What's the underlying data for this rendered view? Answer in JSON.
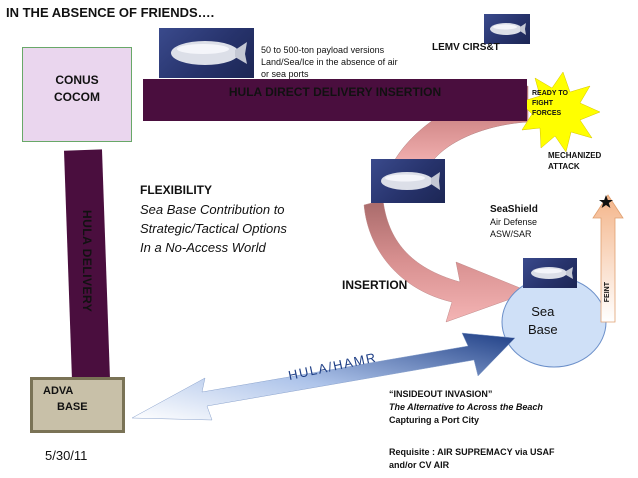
{
  "title": "IN THE ABSENCE OF FRIENDS….",
  "payload_note": "50 to 500-ton payload versions Land/Sea/Ice in the  absence of air or sea ports",
  "lemv_label": "LEMV  CIRS&T",
  "conus": {
    "line1": "CONUS",
    "line2": "COCOM"
  },
  "hula_bar_label": "HULA DIRECT DELIVERY INSERTION",
  "vertical_bar_label": "HULA   DELIVERY",
  "flexibility": {
    "heading": "FLEXIBILITY",
    "line1": "Sea Base Contribution to",
    "line2": "Strategic/Tactical  Options",
    "line3": "In a No-Access World"
  },
  "insertion_label": "INSERTION",
  "seashield": {
    "heading": "SeaShield",
    "line1": "Air Defense",
    "line2": "ASW/SAR"
  },
  "mechanized": {
    "line1": "MECHANIZED",
    "line2": "ATTACK"
  },
  "ready": {
    "line1": "READY TO",
    "line2": "FIGHT",
    "line3": "FORCES"
  },
  "feint_label": "FEINT",
  "sea_base": {
    "line1": "Sea",
    "line2": "Base"
  },
  "advanced_base": {
    "line1": "ADVA",
    "line2": "BASE"
  },
  "hamr_label": "HULA/HAMR",
  "inside_out": {
    "heading": "“INSIDEOUT INVASION”",
    "line1": "The Alternative to Across the Beach",
    "line2": "Capturing a Port City"
  },
  "requisite": {
    "line1": "Requisite : AIR SUPREMACY via USAF",
    "line2": "and/or CV AIR"
  },
  "date": "5/30/11",
  "icons": {
    "airship": "airship-icon",
    "star": "star-icon",
    "burst": "starburst-icon"
  },
  "colors": {
    "bar": "#4a0e3e",
    "conus_fill": "#ead6ee",
    "sea_base_fill": "#cfe0f7",
    "burst": "#ffff00",
    "hamr_arrow": "#2a4c90",
    "insertion_arrow": "#f2a0a0",
    "star": "#5a1a2e"
  }
}
